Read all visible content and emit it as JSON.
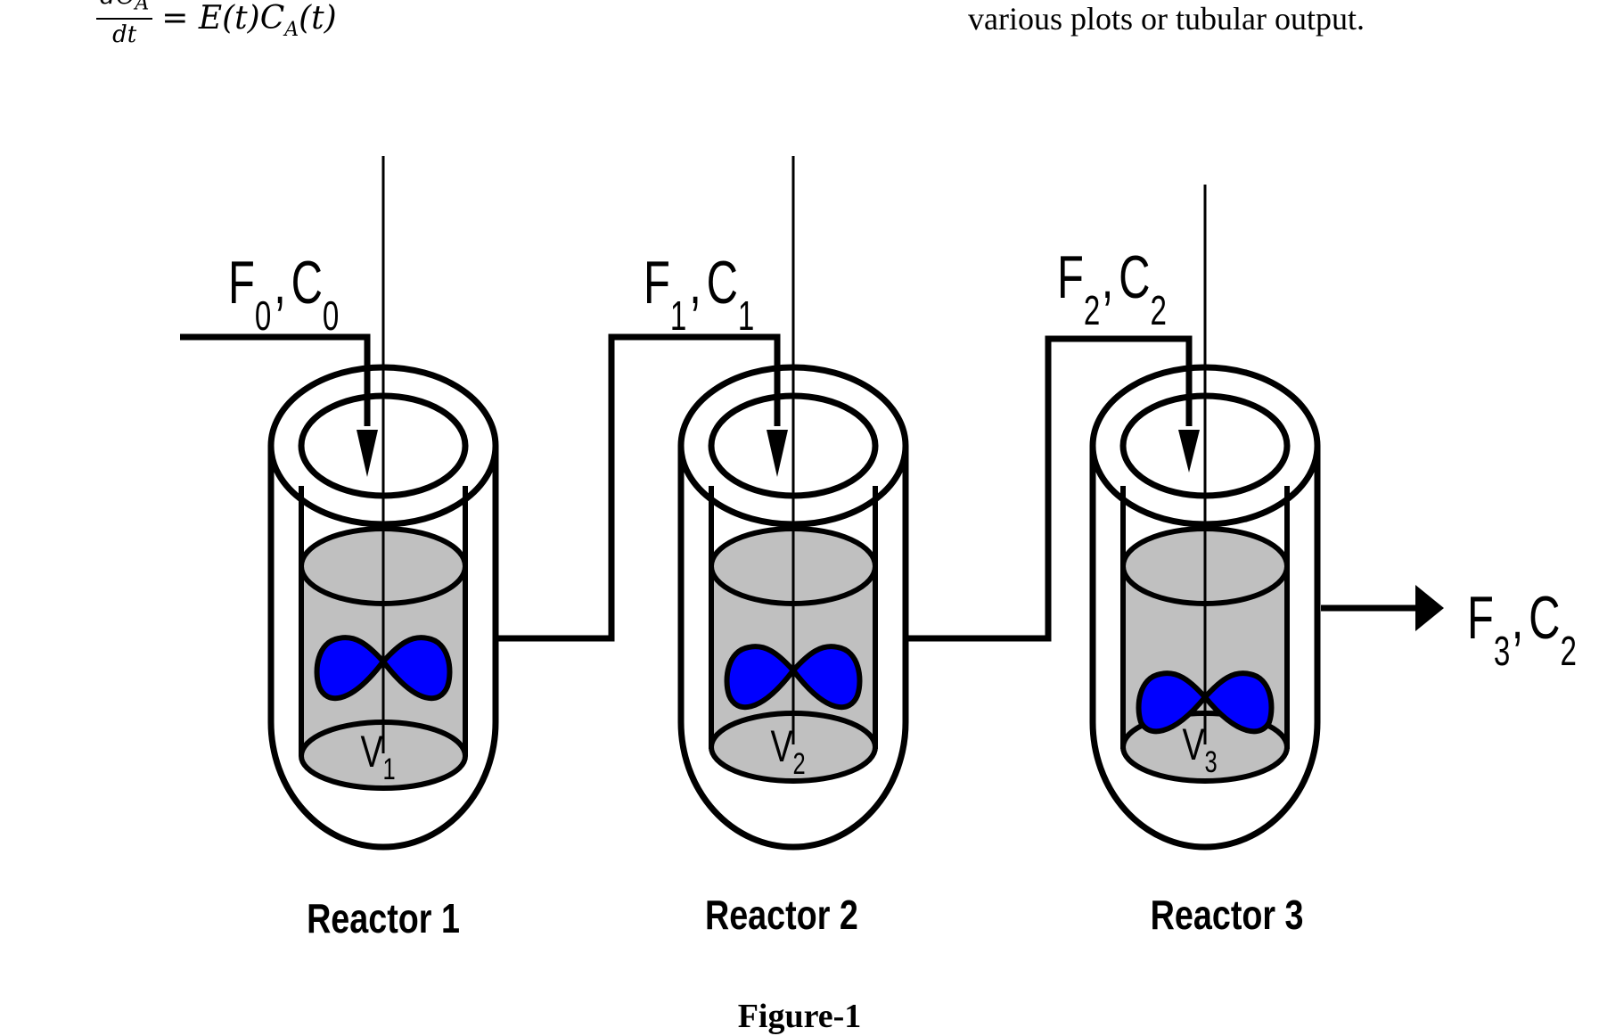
{
  "equation": {
    "numerator": "dC",
    "numerator_sub": "A",
    "denominator": "dt",
    "rhs_prefix": "= E(t)C",
    "rhs_sub": "A",
    "rhs_suffix": "(t)"
  },
  "top_right_text": "various plots or tubular output.",
  "streams": [
    {
      "F": "F",
      "F_sub": "0",
      "sep": ",",
      "C": "C",
      "C_sub": "0"
    },
    {
      "F": "F",
      "F_sub": "1",
      "sep": ",",
      "C": "C",
      "C_sub": "1"
    },
    {
      "F": "F",
      "F_sub": "2",
      "sep": ",",
      "C": "C",
      "C_sub": "2"
    },
    {
      "F": "F",
      "F_sub": "3",
      "sep": ",",
      "C": "C",
      "C_sub": "2"
    }
  ],
  "reactors": [
    {
      "name": "Reactor 1",
      "volume": "V",
      "volume_sub": "1"
    },
    {
      "name": "Reactor 2",
      "volume": "V",
      "volume_sub": "2"
    },
    {
      "name": "Reactor 3",
      "volume": "V",
      "volume_sub": "3"
    }
  ],
  "colors": {
    "liquid": "#c0c0c0",
    "impeller": "#0000ff",
    "line": "#000000"
  },
  "figure_caption": "Figure-1"
}
